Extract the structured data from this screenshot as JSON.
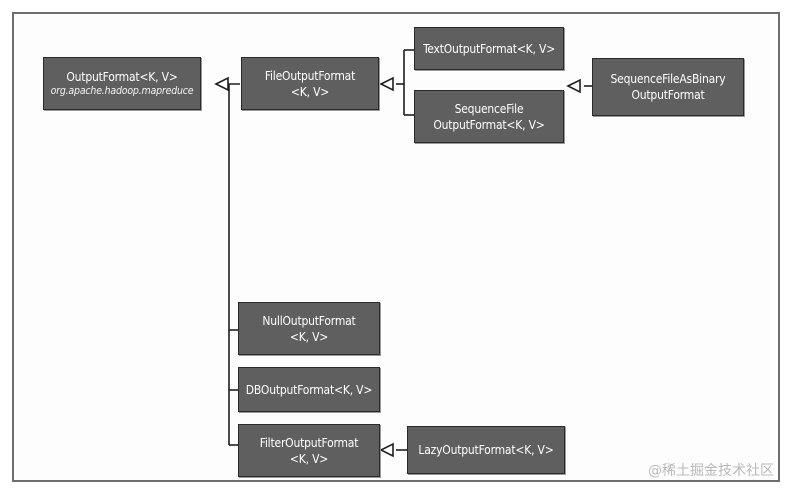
{
  "diagram": {
    "nodes": {
      "output_format": {
        "line1": "OutputFormat<K, V>",
        "line2": "org.apache.hadoop.mapreduce"
      },
      "file_output_format": {
        "line1": "FileOutputFormat",
        "line2": "<K, V>"
      },
      "text_output_format": {
        "line1": "TextOutputFormat<K, V>"
      },
      "sequence_file_output_format": {
        "line1": "SequenceFile",
        "line2": "OutputFormat<K, V>"
      },
      "sequence_file_as_binary_output_format": {
        "line1": "SequenceFileAsBinary",
        "line2": "OutputFormat"
      },
      "null_output_format": {
        "line1": "NullOutputFormat",
        "line2": "<K, V>"
      },
      "db_output_format": {
        "line1": "DBOutputFormat<K, V>"
      },
      "filter_output_format": {
        "line1": "FilterOutputFormat",
        "line2": "<K, V>"
      },
      "lazy_output_format": {
        "line1": "LazyOutputFormat<K, V>"
      }
    },
    "colors": {
      "box_fill": "#5f5f5f",
      "box_text": "#ffffff",
      "line": "#1f1f1f"
    }
  },
  "watermark": "@稀土掘金技术社区"
}
